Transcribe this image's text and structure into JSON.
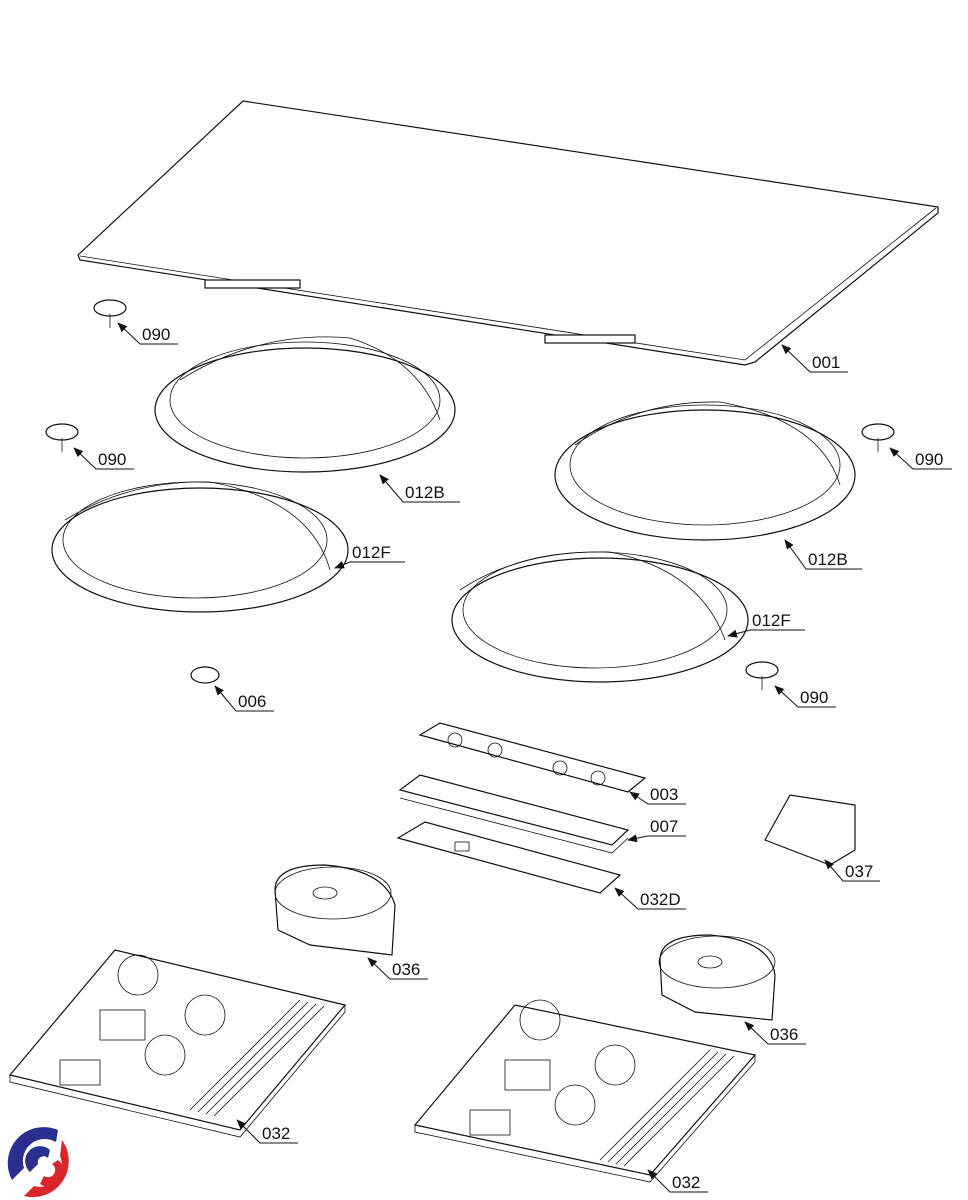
{
  "diagram": {
    "type": "exploded parts view",
    "parts": [
      {
        "id": "glass-top",
        "label": "001"
      },
      {
        "id": "foot-1",
        "label": "090"
      },
      {
        "id": "foot-2",
        "label": "090"
      },
      {
        "id": "foot-3",
        "label": "090"
      },
      {
        "id": "foot-4",
        "label": "090"
      },
      {
        "id": "coil-back-left",
        "label": "012B"
      },
      {
        "id": "coil-back-right",
        "label": "012B"
      },
      {
        "id": "coil-front-left",
        "label": "012F"
      },
      {
        "id": "coil-front-right",
        "label": "012F"
      },
      {
        "id": "sensor",
        "label": "006"
      },
      {
        "id": "control-board",
        "label": "003"
      },
      {
        "id": "board-holder",
        "label": "007"
      },
      {
        "id": "display-board",
        "label": "032D"
      },
      {
        "id": "terminal-block",
        "label": "037"
      },
      {
        "id": "fan-left",
        "label": "036"
      },
      {
        "id": "fan-right",
        "label": "036"
      },
      {
        "id": "power-board-left",
        "label": "032"
      },
      {
        "id": "power-board-right",
        "label": "032"
      }
    ]
  },
  "logo": {
    "colors": {
      "blue": "#2a2f8f",
      "red": "#d9262b"
    }
  }
}
